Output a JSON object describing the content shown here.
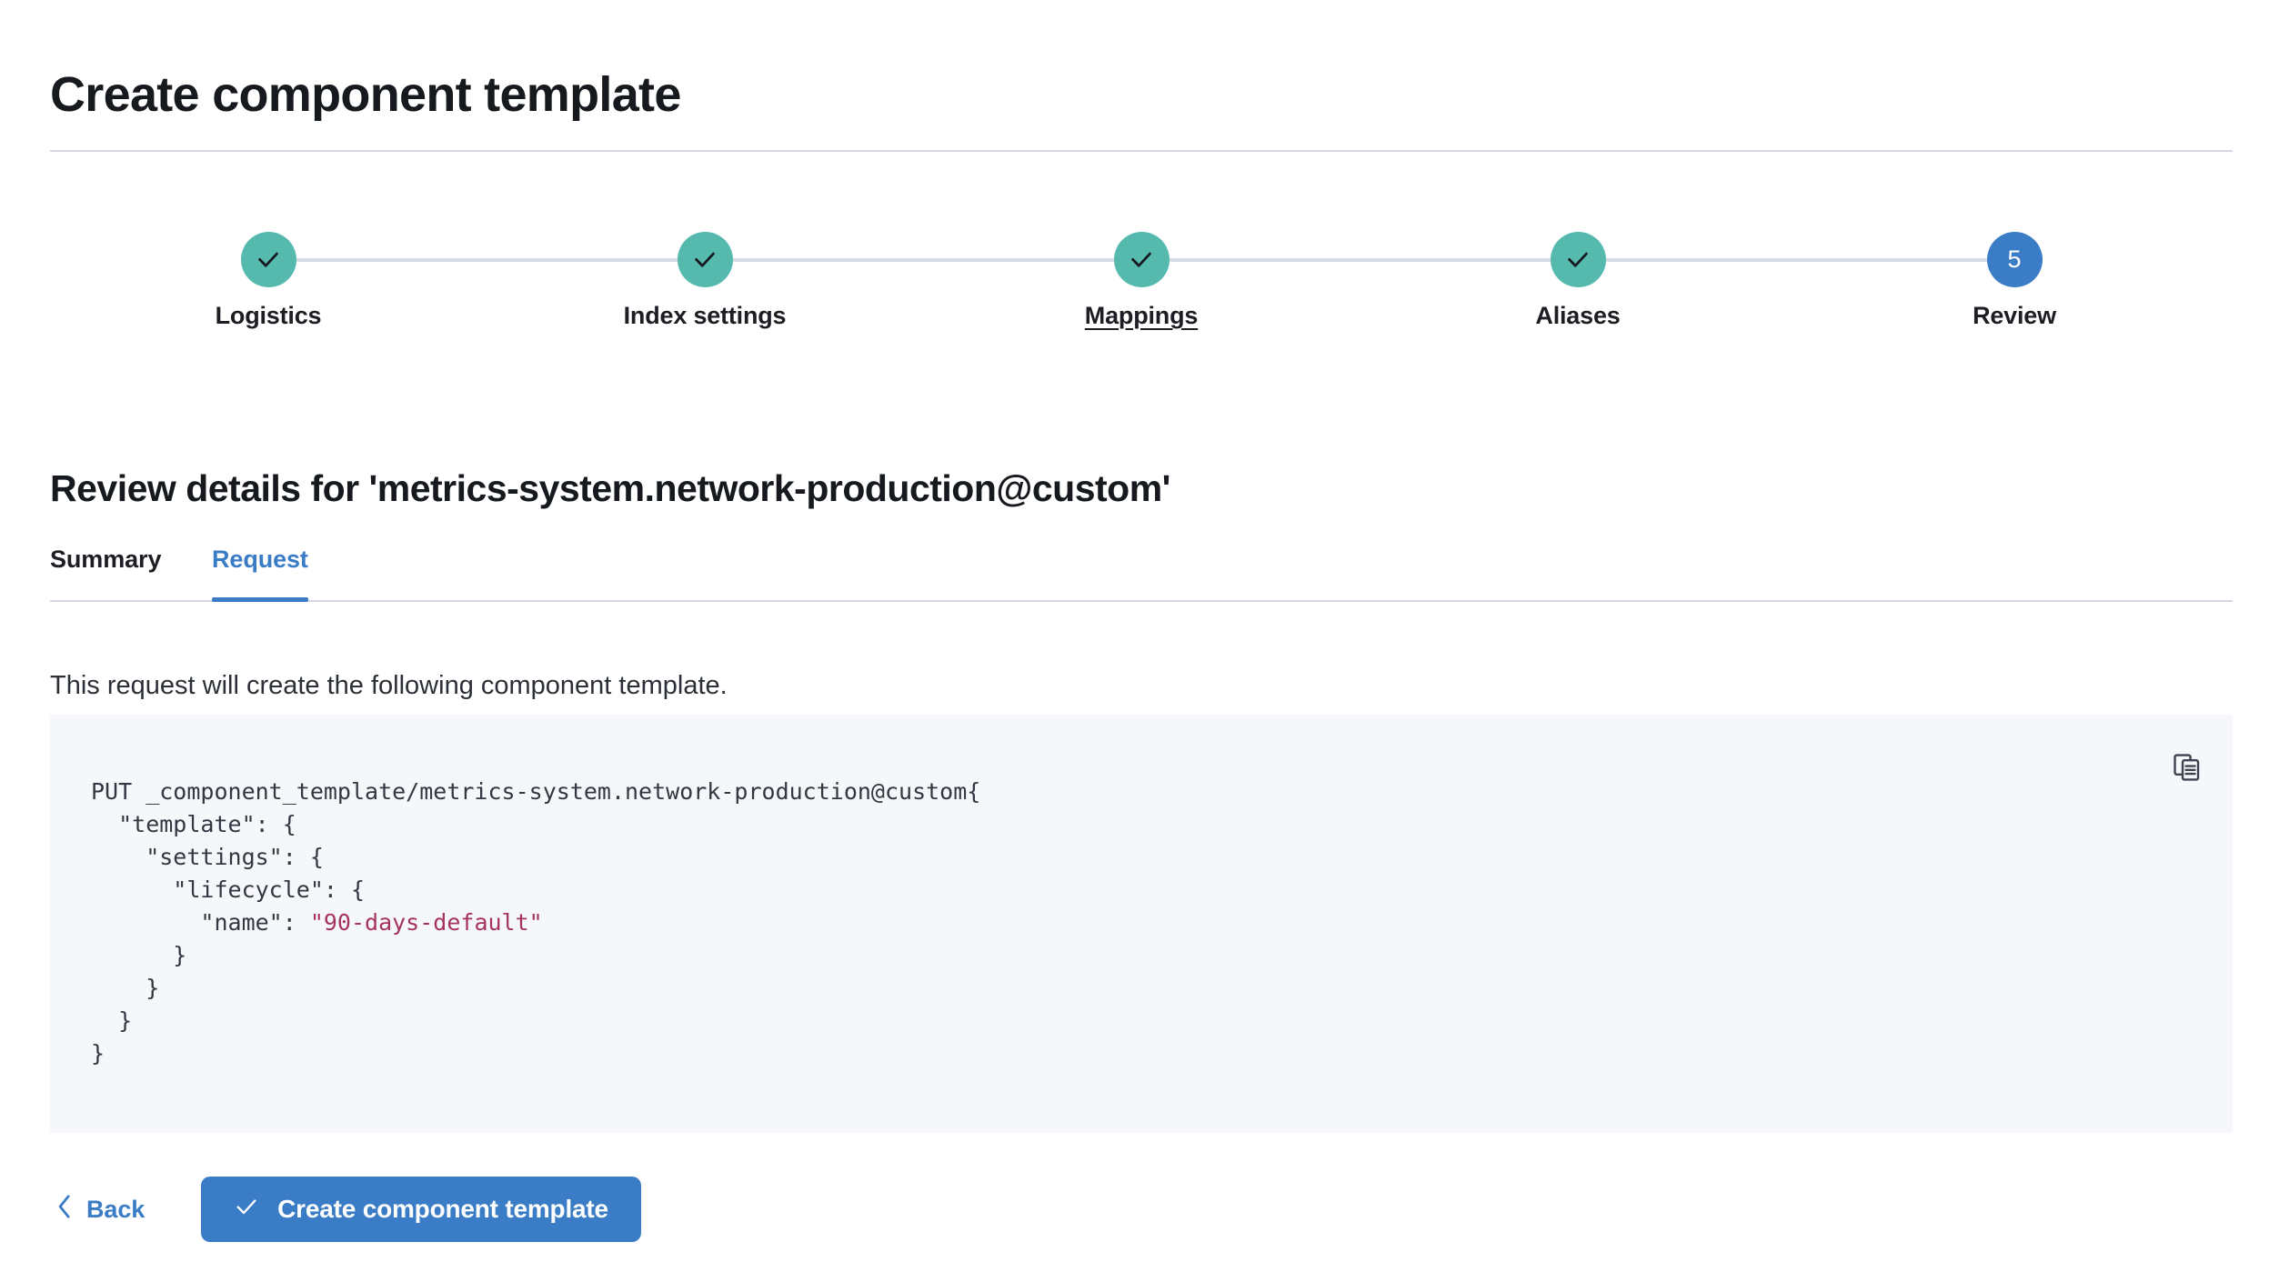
{
  "page": {
    "title": "Create component template"
  },
  "stepper": {
    "steps": [
      {
        "label": "Logistics",
        "state": "done",
        "indicator": "check-icon",
        "number": "1",
        "underlined": false
      },
      {
        "label": "Index settings",
        "state": "done",
        "indicator": "check-icon",
        "number": "2",
        "underlined": false
      },
      {
        "label": "Mappings",
        "state": "done",
        "indicator": "check-icon",
        "number": "3",
        "underlined": true
      },
      {
        "label": "Aliases",
        "state": "done",
        "indicator": "check-icon",
        "number": "4",
        "underlined": false
      },
      {
        "label": "Review",
        "state": "current",
        "indicator": "number",
        "number": "5",
        "underlined": false
      }
    ]
  },
  "review": {
    "heading": "Review details for 'metrics-system.network-production@custom'",
    "tabs": [
      {
        "label": "Summary",
        "active": false
      },
      {
        "label": "Request",
        "active": true
      }
    ],
    "description": "This request will create the following component template.",
    "request": {
      "method_line": "PUT _component_template/metrics-system.network-production@custom",
      "body_before_string": "{\n  \"template\": {\n    \"settings\": {\n      \"lifecycle\": {\n        \"name\": ",
      "lifecycle_name": "\"90-days-default\"",
      "body_after_string": "\n      }\n    }\n  }\n}"
    },
    "copy_icon": "copy-clipboard-icon"
  },
  "footer": {
    "back_label": "Back",
    "back_icon": "chevron-left-icon",
    "create_label": "Create component template",
    "create_icon": "check-icon"
  },
  "colors": {
    "accent_blue": "#3a7dc6",
    "step_done_teal": "#55b9ae",
    "code_background": "#f6f7fb",
    "code_string": "#a5345c",
    "divider": "#d3d8e4"
  }
}
